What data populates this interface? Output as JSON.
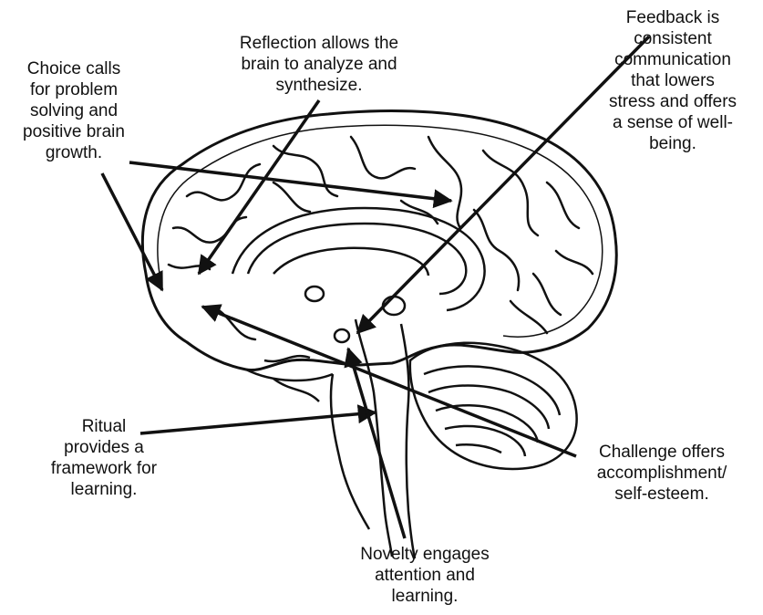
{
  "labels": {
    "choice": [
      "Choice calls",
      "for problem",
      "solving and",
      "positive brain",
      "growth."
    ],
    "reflection": [
      "Reflection allows the",
      "brain to analyze and",
      "synthesize."
    ],
    "feedback": [
      "Feedback is",
      "consistent",
      "communication",
      "that lowers",
      "stress and offers",
      "a sense of well-",
      "being."
    ],
    "ritual": [
      "Ritual",
      "provides a",
      "framework for",
      "learning."
    ],
    "challenge": [
      "Challenge offers",
      "accomplishment/",
      "self-esteem."
    ],
    "novelty": [
      "Novelty engages",
      "attention and",
      "learning."
    ]
  },
  "colors": {
    "ink": "#111111",
    "background": "#ffffff"
  }
}
